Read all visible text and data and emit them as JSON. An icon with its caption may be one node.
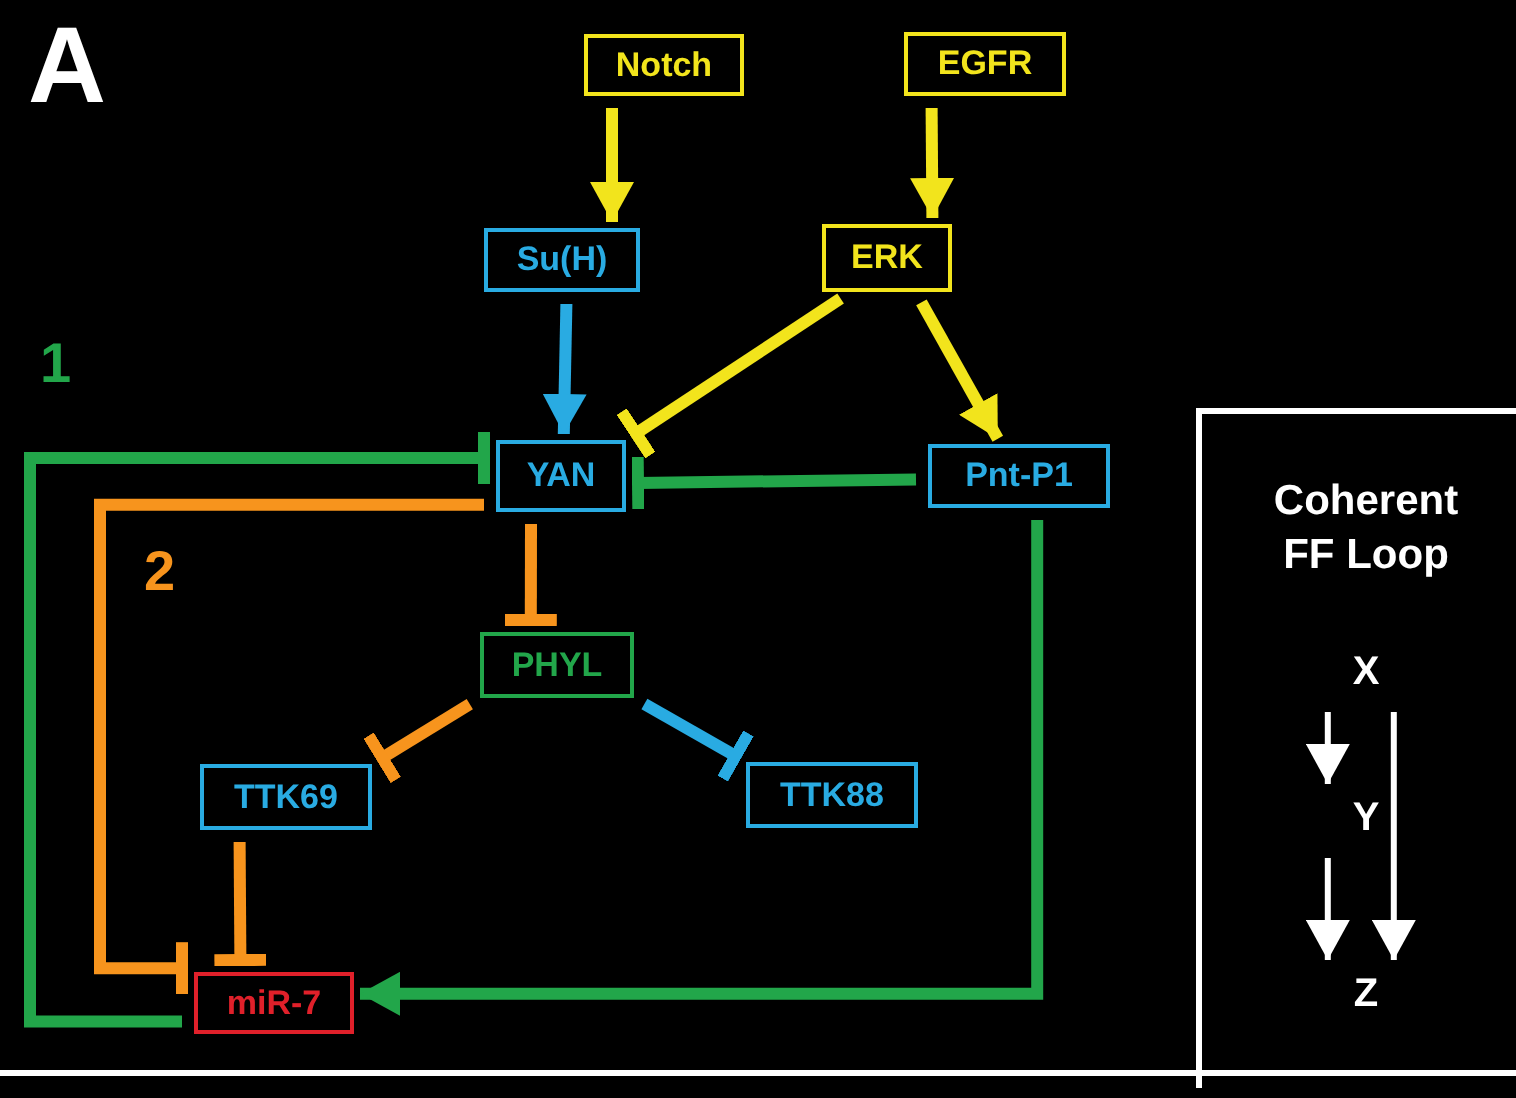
{
  "diagram": {
    "nodes": [
      {
        "text": [
          "Notch"
        ]
      },
      {
        "text": [
          "EGFR"
        ]
      },
      {
        "text": [
          "Su(H)"
        ]
      },
      {
        "text": [
          "ERK"
        ]
      },
      {
        "text": [
          "YAN"
        ]
      },
      {
        "text": [
          "Pnt-P1"
        ]
      },
      {
        "text": [
          "PHYL"
        ]
      },
      {
        "text": [
          "TTK69"
        ]
      },
      {
        "text": [
          "TTK88"
        ]
      },
      {
        "text": [
          "miR-7"
        ]
      },
      {
        "text": [
          "Coherent FF Loop"
        ]
      },
      {
        "text": [
          "X"
        ],
        "in": 10
      },
      {
        "text": [
          "Y"
        ],
        "in": 10
      },
      {
        "text": [
          "Z"
        ],
        "in": 10
      }
    ],
    "edges": [
      {
        "from": 0,
        "to": 2,
        "arrow": "to",
        "color": "#f2e41c"
      },
      {
        "from": 1,
        "to": 3,
        "arrow": "to",
        "color": "#f2e41c"
      },
      {
        "from": 2,
        "to": 4,
        "arrow": "to",
        "color": "#29abe2"
      },
      {
        "from": 3,
        "to": 4,
        "arrow": "other",
        "color": "#f2e41c"
      },
      {
        "from": 3,
        "to": 5,
        "arrow": "to",
        "color": "#f2e41c"
      },
      {
        "from": 5,
        "to": 4,
        "arrow": "other",
        "color": "#22a64a"
      },
      {
        "from": 4,
        "to": 6,
        "arrow": "other",
        "color": "#f7941d"
      },
      {
        "from": 6,
        "to": 7,
        "arrow": "other",
        "color": "#f7941d"
      },
      {
        "from": 6,
        "to": 8,
        "arrow": "other",
        "color": "#29abe2"
      },
      {
        "from": 7,
        "to": 9,
        "arrow": "other",
        "color": "#f7941d"
      },
      {
        "from": 4,
        "to": 9,
        "arrow": "other",
        "color": "#f7941d"
      },
      {
        "from": 9,
        "to": 4,
        "arrow": "other",
        "color": "#22a64a"
      },
      {
        "from": 5,
        "to": 9,
        "arrow": "to",
        "color": "#22a64a"
      },
      {
        "from": 11,
        "to": 12,
        "arrow": "to",
        "color": "#ffffff"
      },
      {
        "from": 12,
        "to": 13,
        "arrow": "to",
        "color": "#ffffff"
      },
      {
        "from": 11,
        "to": 13,
        "arrow": "to",
        "color": "#ffffff"
      }
    ],
    "labels": [
      "A",
      "1",
      "2"
    ]
  }
}
